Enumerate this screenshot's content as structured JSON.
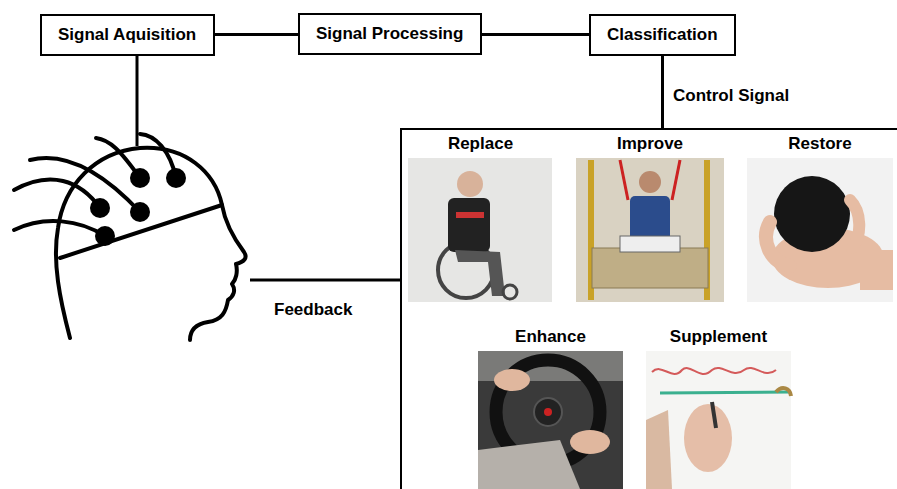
{
  "diagram": {
    "nodes": [
      {
        "text": [
          "Signal Aquisition"
        ]
      },
      {
        "text": [
          "Signal Processing"
        ]
      },
      {
        "text": [
          "Classification"
        ]
      },
      {
        "text": []
      },
      {
        "text": [
          "Replace"
        ],
        "in": 3
      },
      {
        "text": [
          "Improve"
        ],
        "in": 3
      },
      {
        "text": [
          "Restore"
        ],
        "in": 3
      },
      {
        "text": [
          "Enhance"
        ],
        "in": 3
      },
      {
        "text": [
          "Supplement"
        ],
        "in": 3
      }
    ],
    "edges": [
      {
        "from": 0,
        "to": 1,
        "arrow": "none"
      },
      {
        "from": 1,
        "to": 2,
        "arrow": "none"
      },
      {
        "from": 2,
        "to": 3,
        "label": "Control Signal",
        "arrow": "none"
      }
    ],
    "labels": [
      "Feedback"
    ]
  }
}
